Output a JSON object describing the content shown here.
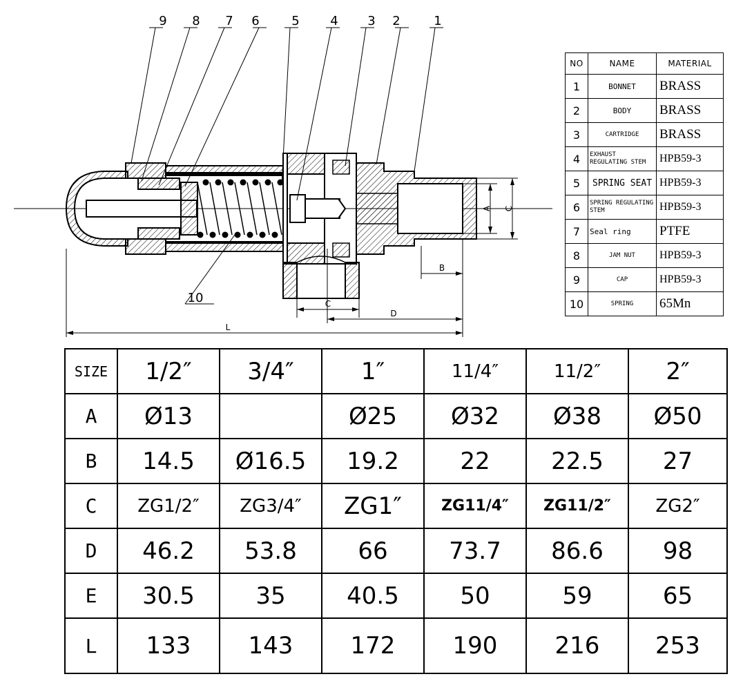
{
  "callouts": [
    "9",
    "8",
    "7",
    "6",
    "5",
    "4",
    "3",
    "2",
    "1",
    "10"
  ],
  "dim_labels": {
    "A": "A",
    "C": "C",
    "B": "B",
    "E": "C",
    "D": "D",
    "L": "L"
  },
  "bom": {
    "headers": [
      "NO",
      "NAME",
      "MATERIAL"
    ],
    "rows": [
      {
        "no": "1",
        "name": "BONNET",
        "material": "BRASS"
      },
      {
        "no": "2",
        "name": "BODY",
        "material": "BRASS"
      },
      {
        "no": "3",
        "name": "CARTRIDGE",
        "material": "BRASS"
      },
      {
        "no": "4",
        "name": "EXHAUST REGULATING STEM",
        "material": "HPB59-3"
      },
      {
        "no": "5",
        "name": "SPRING SEAT",
        "material": "HPB59-3"
      },
      {
        "no": "6",
        "name": "SPRING REGULATING STEM",
        "material": "HPB59-3"
      },
      {
        "no": "7",
        "name": "Seal ring",
        "material": "PTFE"
      },
      {
        "no": "8",
        "name": "JAM NUT",
        "material": "HPB59-3"
      },
      {
        "no": "9",
        "name": "CAP",
        "material": "HPB59-3"
      },
      {
        "no": "10",
        "name": "SPRING",
        "material": "65Mn"
      }
    ]
  },
  "sizes": {
    "header": [
      "SIZE",
      "1/2″",
      "3/4″",
      "1″",
      "11/4″",
      "11/2″",
      "2″"
    ],
    "rows": [
      {
        "label": "A",
        "values": [
          "Ø13",
          "",
          "Ø25",
          "Ø32",
          "Ø38",
          "Ø50"
        ]
      },
      {
        "label": "B",
        "values": [
          "14.5",
          "Ø16.5",
          "19.2",
          "22",
          "22.5",
          "27"
        ]
      },
      {
        "label": "C",
        "values": [
          "ZG1/2″",
          "ZG3/4″",
          "ZG1″",
          "ZG11/4″",
          "ZG11/2″",
          "ZG2″"
        ]
      },
      {
        "label": "D",
        "values": [
          "46.2",
          "53.8",
          "66",
          "73.7",
          "86.6",
          "98"
        ]
      },
      {
        "label": "E",
        "values": [
          "30.5",
          "35",
          "40.5",
          "50",
          "59",
          "65"
        ]
      },
      {
        "label": "L",
        "values": [
          "133",
          "143",
          "172",
          "190",
          "216",
          "253"
        ]
      }
    ]
  }
}
